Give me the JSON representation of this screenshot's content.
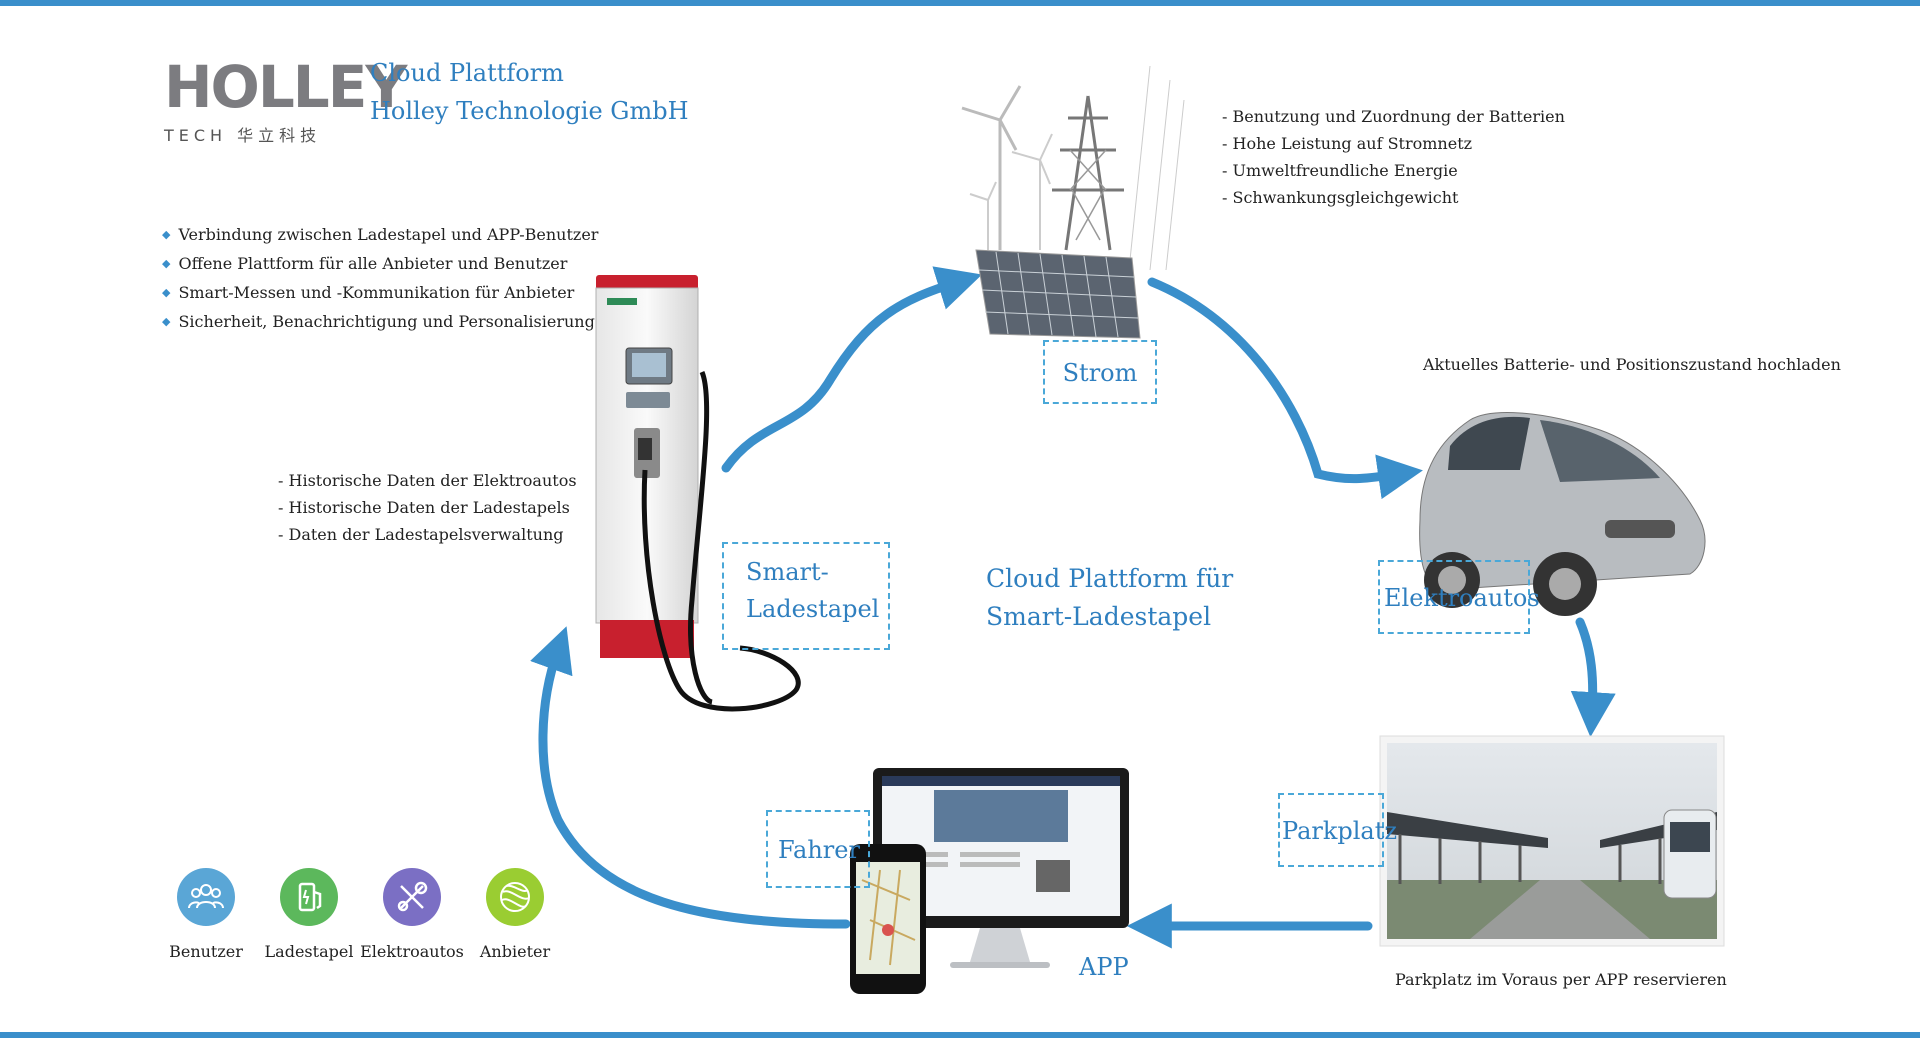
{
  "logo": {
    "word": "HOLLEY",
    "sub": "TECH 华立科技"
  },
  "header": {
    "line1": "Cloud Plattform",
    "line2": "Holley Technologie GmbH"
  },
  "features": [
    "Verbindung zwischen Ladestapel und APP-Benutzer",
    "Offene Plattform für alle Anbieter und Benutzer",
    "Smart-Messen und -Kommunikation für Anbieter",
    "Sicherheit, Benachrichtigung und Personalisierung"
  ],
  "historic": [
    "Historische Daten der Elektroautos",
    "Historische Daten der Ladestapels",
    "Daten der Ladestapelsverwaltung"
  ],
  "strom_notes": [
    "Benutzung und Zuordnung der Batterien",
    "Hohe Leistung auf Stromnetz",
    "Umweltfreundliche Energie",
    "Schwankungsgleichgewicht"
  ],
  "nodes": {
    "strom": "Strom",
    "smart1": "Smart-",
    "smart2": "Ladestapel",
    "elektroautos": "Elektroautos",
    "parkplatz": "Parkplatz",
    "fahrer": "Fahrer",
    "app": "APP"
  },
  "center": {
    "line1": "Cloud Plattform für",
    "line2": "Smart-Ladestapel"
  },
  "captions": {
    "upload": "Aktuelles Batterie- und Positionszustand hochladen",
    "reserve": "Parkplatz im Voraus per APP reservieren"
  },
  "icons": [
    {
      "label": "Benutzer",
      "icon": "users-icon",
      "color": "#5aa6d6"
    },
    {
      "label": "Ladestapel",
      "icon": "charger-icon",
      "color": "#5cb85c"
    },
    {
      "label": "Elektroautos",
      "icon": "tools-icon",
      "color": "#7b6fc4"
    },
    {
      "label": "Anbieter",
      "icon": "provider-icon",
      "color": "#9acd32"
    }
  ],
  "colors": {
    "accent": "#3a8fcb",
    "title": "#2f7fbf",
    "charger_red": "#c8202e"
  }
}
